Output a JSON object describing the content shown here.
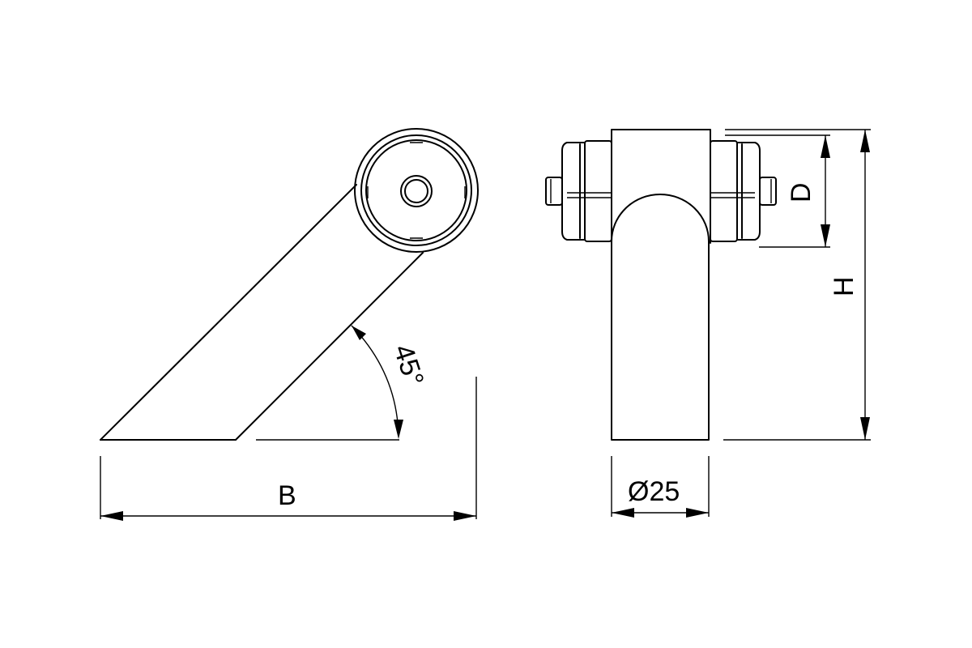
{
  "labels": {
    "angle": "45°",
    "width": "B",
    "diameter": "Ø25",
    "height": "H",
    "depth": "D"
  }
}
